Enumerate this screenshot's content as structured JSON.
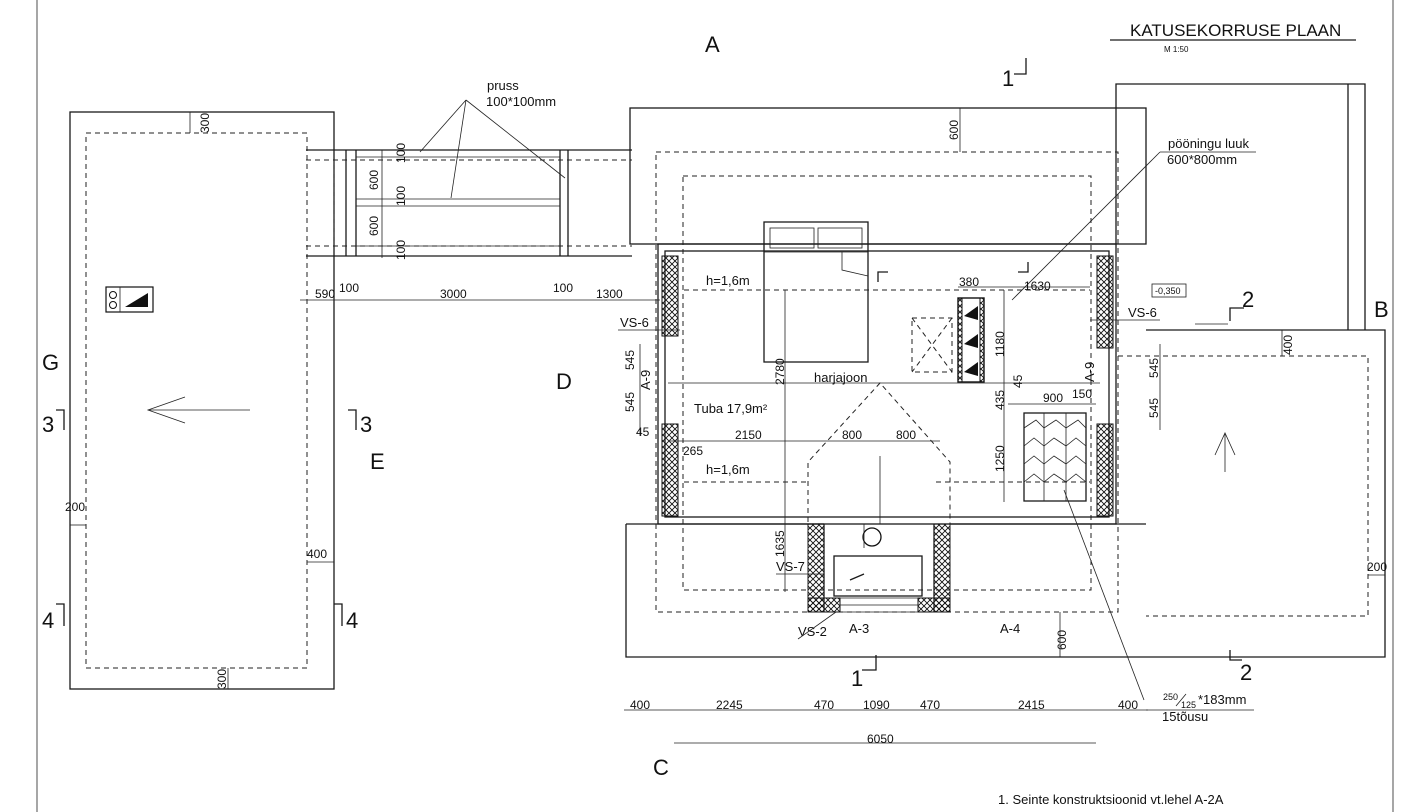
{
  "title": "KATUSEKORRUSE PLAAN",
  "scale": "M 1:50",
  "axes": {
    "A": "A",
    "B": "B",
    "C": "C",
    "D": "D",
    "E": "E",
    "G": "G"
  },
  "sections": {
    "s1": "1",
    "s2": "2",
    "s3": "3",
    "s4": "4"
  },
  "labels": {
    "pruss": "pruss",
    "pruss_size": "100*100mm",
    "hatch": "pööningu luuk",
    "hatch_size": "600*800mm",
    "h1": "h=1,6m",
    "h2": "h=1,6m",
    "ridge": "harjajoon",
    "room": "Tuba 17,9m²",
    "vs6_left": "VS-6",
    "vs6_right": "VS-6",
    "vs7": "VS-7",
    "vs2": "VS-2",
    "a9_left": "A-9",
    "a9_right": "A-9",
    "a3": "A-3",
    "a4": "A-4",
    "level": "-0,350",
    "stairs_frac_top": "250",
    "stairs_frac_bot": "125",
    "stairs_rest": "*183mm",
    "stairs_count": "15tõusu",
    "note": "1. Seinte konstruktsioonid vt.lehel A-2A"
  },
  "dims": {
    "d300a": "300",
    "d300b": "300",
    "d600a": "600",
    "d600b": "600",
    "d600top": "600",
    "d600bot": "600",
    "d100a": "100",
    "d100b": "100",
    "d100c": "100",
    "d100d": "100",
    "d100e": "100",
    "d590": "590",
    "d3000": "3000",
    "d1300": "1300",
    "d380": "380",
    "d1630": "1630",
    "d400r": "400",
    "d400g": "400",
    "d200l": "200",
    "d200r": "200",
    "d545a": "545",
    "d545b": "545",
    "d545c": "545",
    "d545d": "545",
    "d45a": "45",
    "d45b": "45",
    "d265": "265",
    "d2150": "2150",
    "d800a": "800",
    "d800b": "800",
    "d2780": "2780",
    "d1635": "1635",
    "d1180": "1180",
    "d435": "435",
    "d1250": "1250",
    "d900": "900",
    "d150": "150",
    "b400a": "400",
    "b2245": "2245",
    "b470a": "470",
    "b1090": "1090",
    "b470b": "470",
    "b2415": "2415",
    "b400b": "400",
    "d6050": "6050"
  }
}
